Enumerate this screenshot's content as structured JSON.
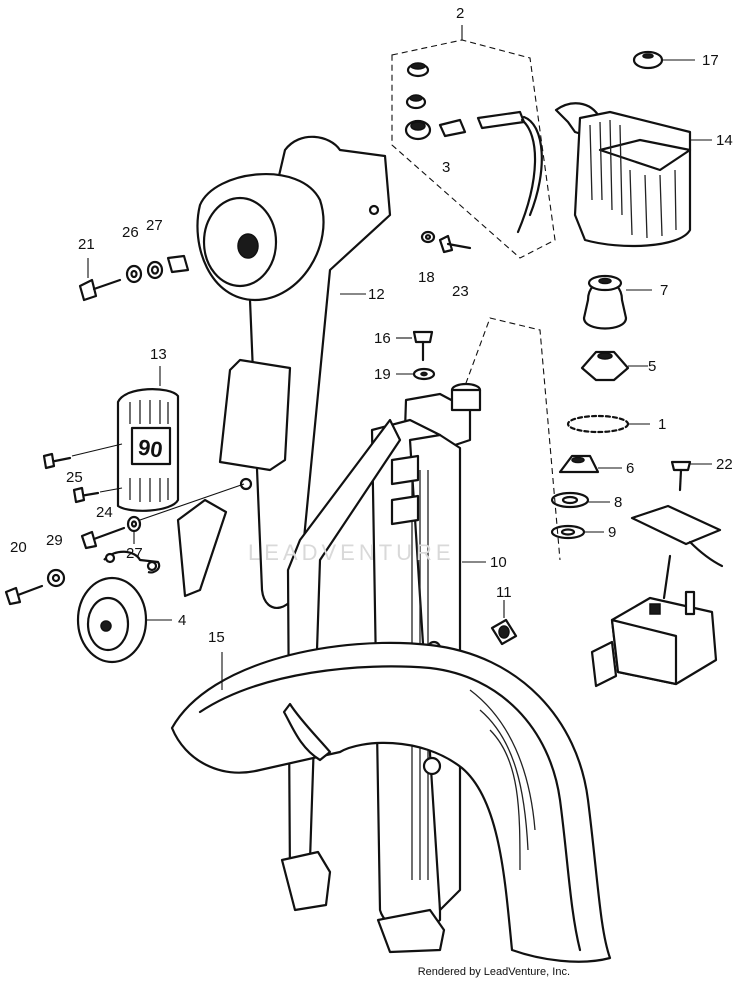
{
  "diagram": {
    "callouts": [
      "2",
      "17",
      "14",
      "3",
      "12",
      "21",
      "26",
      "27",
      "18",
      "23",
      "7",
      "16",
      "5",
      "19",
      "13",
      "1",
      "22",
      "25",
      "6",
      "8",
      "24",
      "27",
      "9",
      "20",
      "29",
      "10",
      "4",
      "11",
      "15"
    ],
    "watermark": "LEADVENTURE",
    "footer": "Rendered by LeadVenture, Inc."
  }
}
